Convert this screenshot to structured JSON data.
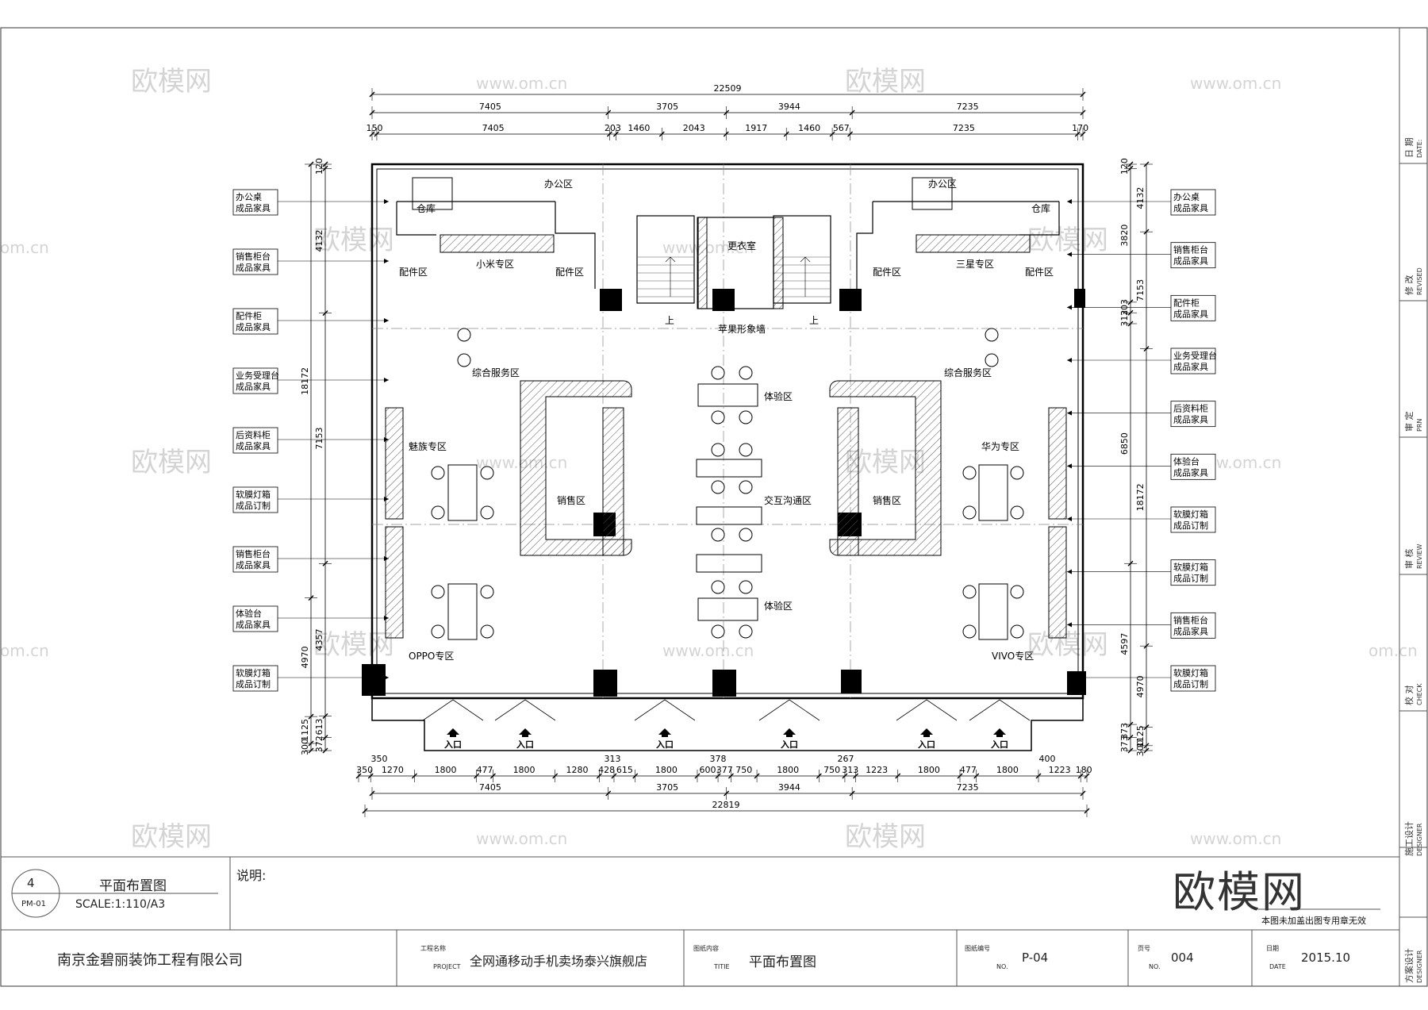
{
  "overall_dims": {
    "top": "22509",
    "bottom": "22819"
  },
  "top_dims_row1": [
    "7405",
    "3705",
    "3944",
    "7235"
  ],
  "top_dims_row2": [
    "150",
    "7405",
    "203",
    "1460",
    "2043",
    "1917",
    "1460",
    "567",
    "7235",
    "170"
  ],
  "bottom_dims_row1": [
    "350",
    "1270",
    "1800",
    "477",
    "1800",
    "1280",
    "428",
    "615",
    "1800",
    "600",
    "377",
    "750",
    "1800",
    "750",
    "313",
    "1223",
    "1800",
    "477",
    "1800",
    "1223",
    "180"
  ],
  "bottom_dims_extra": [
    "350",
    "313",
    "378",
    "267",
    "400"
  ],
  "bottom_dims_row2": [
    "7405",
    "3705",
    "3944",
    "7235"
  ],
  "left_dims_outer": [
    "18172",
    "4970",
    "1125",
    "300"
  ],
  "left_dims_inner": [
    "120",
    "4132",
    "7153",
    "4357",
    "613",
    "372"
  ],
  "right_dims_inner": [
    "120",
    "3820",
    "303",
    "312",
    "6850",
    "4597",
    "373",
    "373"
  ],
  "right_dims_outer": [
    "4132",
    "7153",
    "18172",
    "4970",
    "1125",
    "300"
  ],
  "left_callouts": [
    {
      "l1": "办公桌",
      "l2": "成品家具"
    },
    {
      "l1": "销售柜台",
      "l2": "成品家具"
    },
    {
      "l1": "配件柜",
      "l2": "成品家具"
    },
    {
      "l1": "业务受理台",
      "l2": "成品家具"
    },
    {
      "l1": "后资料柜",
      "l2": "成品家具"
    },
    {
      "l1": "软膜灯箱",
      "l2": "成品订制"
    },
    {
      "l1": "销售柜台",
      "l2": "成品家具"
    },
    {
      "l1": "体验台",
      "l2": "成品家具"
    },
    {
      "l1": "软膜灯箱",
      "l2": "成品订制"
    }
  ],
  "right_callouts": [
    {
      "l1": "办公桌",
      "l2": "成品家具"
    },
    {
      "l1": "销售柜台",
      "l2": "成品家具"
    },
    {
      "l1": "配件柜",
      "l2": "成品家具"
    },
    {
      "l1": "业务受理台",
      "l2": "成品家具"
    },
    {
      "l1": "后资料柜",
      "l2": "成品家具"
    },
    {
      "l1": "体验台",
      "l2": "成品家具"
    },
    {
      "l1": "软膜灯箱",
      "l2": "成品订制"
    },
    {
      "l1": "软膜灯箱",
      "l2": "成品订制"
    },
    {
      "l1": "销售柜台",
      "l2": "成品家具"
    },
    {
      "l1": "软膜灯箱",
      "l2": "成品订制"
    }
  ],
  "rooms": {
    "office_l": "办公区",
    "office_r": "办公区",
    "store_l": "仓库",
    "store_r": "仓库",
    "xiaomi": "小米专区",
    "samsung": "三星专区",
    "parts1": "配件区",
    "parts2": "配件区",
    "parts3": "配件区",
    "parts4": "配件区",
    "changing": "更衣室",
    "apple": "苹果形象墙",
    "up_l": "上",
    "up_r": "上",
    "service_l": "综合服务区",
    "service_r": "综合服务区",
    "exp_top": "体验区",
    "exp_bot": "体验区",
    "meizu": "魅族专区",
    "huawei": "华为专区",
    "sales_l": "销售区",
    "sales_r": "销售区",
    "interact": "交互沟通区",
    "oppo": "OPPO专区",
    "vivo": "VIVO专区"
  },
  "entrance_label": "入口",
  "side_bar": {
    "date": "日 期",
    "date_en": "DATE:",
    "revised": "修 改",
    "revised_en": "REVISED",
    "approved": "审 定",
    "approved_en": "PRN",
    "review": "审 核",
    "review_en": "REVIEW",
    "check": "校 对",
    "check_en": "CHECK",
    "construction": "施工设计",
    "construction_en": "DESIGNER",
    "scheme": "方案设计",
    "scheme_en": "DESIGNER"
  },
  "title_block": {
    "number": "4",
    "sheet_code": "PM-01",
    "drawing_title": "平面布置图",
    "scale": "SCALE:1:110/A3",
    "notes_label": "说明:",
    "company": "南京金碧丽装饰工程有限公司",
    "project_label": "工程名称",
    "project_en": "PROJECT",
    "project_name": "全网通移动手机卖场泰兴旗舰店",
    "content_label": "图纸内容",
    "content_en": "TITIE",
    "content_value": "平面布置图",
    "drawing_no_label": "图纸编号",
    "drawing_no_en": "NO.",
    "drawing_no": "P-04",
    "page_label": "页号",
    "page_en": "NO.",
    "page_no": "004",
    "date_label": "日期",
    "date_en": "DATE",
    "date_value": "2015.10",
    "brand": "欧模网",
    "stamp_note": "本图未加盖出图专用章无效"
  },
  "watermarks": {
    "cn": "欧模网",
    "url": "www.om.cn",
    "short": "om.cn"
  }
}
